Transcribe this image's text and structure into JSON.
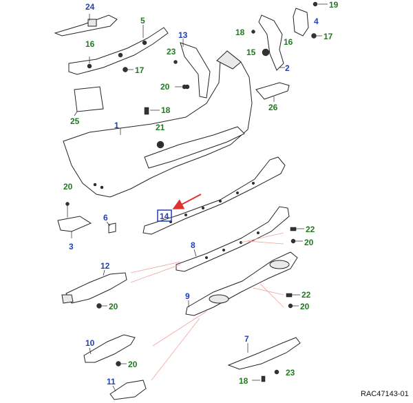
{
  "labels": {
    "l24": "24",
    "l19": "19",
    "l5": "5",
    "l4": "4",
    "l13": "13",
    "l18a": "18",
    "l17a": "17",
    "l16a": "16",
    "l23a": "23",
    "l15": "15",
    "l16b": "16",
    "l2": "2",
    "l17b": "17",
    "l20a": "20",
    "l25": "25",
    "l18b": "18",
    "l26": "26",
    "l1": "1",
    "l21": "21",
    "l20b": "20",
    "l6": "6",
    "l14": "14",
    "l3": "3",
    "l22a": "22",
    "l20c": "20",
    "l8": "8",
    "l12": "12",
    "l20d": "20",
    "l9": "9",
    "l22b": "22",
    "l20e": "20",
    "l10": "10",
    "l20f": "20",
    "l7": "7",
    "l18c": "18",
    "l23b": "23",
    "l11": "11"
  },
  "reference": "RAC47143-01",
  "colors": {
    "blue_label": "#1f3fb5",
    "green_label": "#1f7a1f",
    "highlight_arrow": "#e03030",
    "leader_pink": "#f0a0a0"
  }
}
